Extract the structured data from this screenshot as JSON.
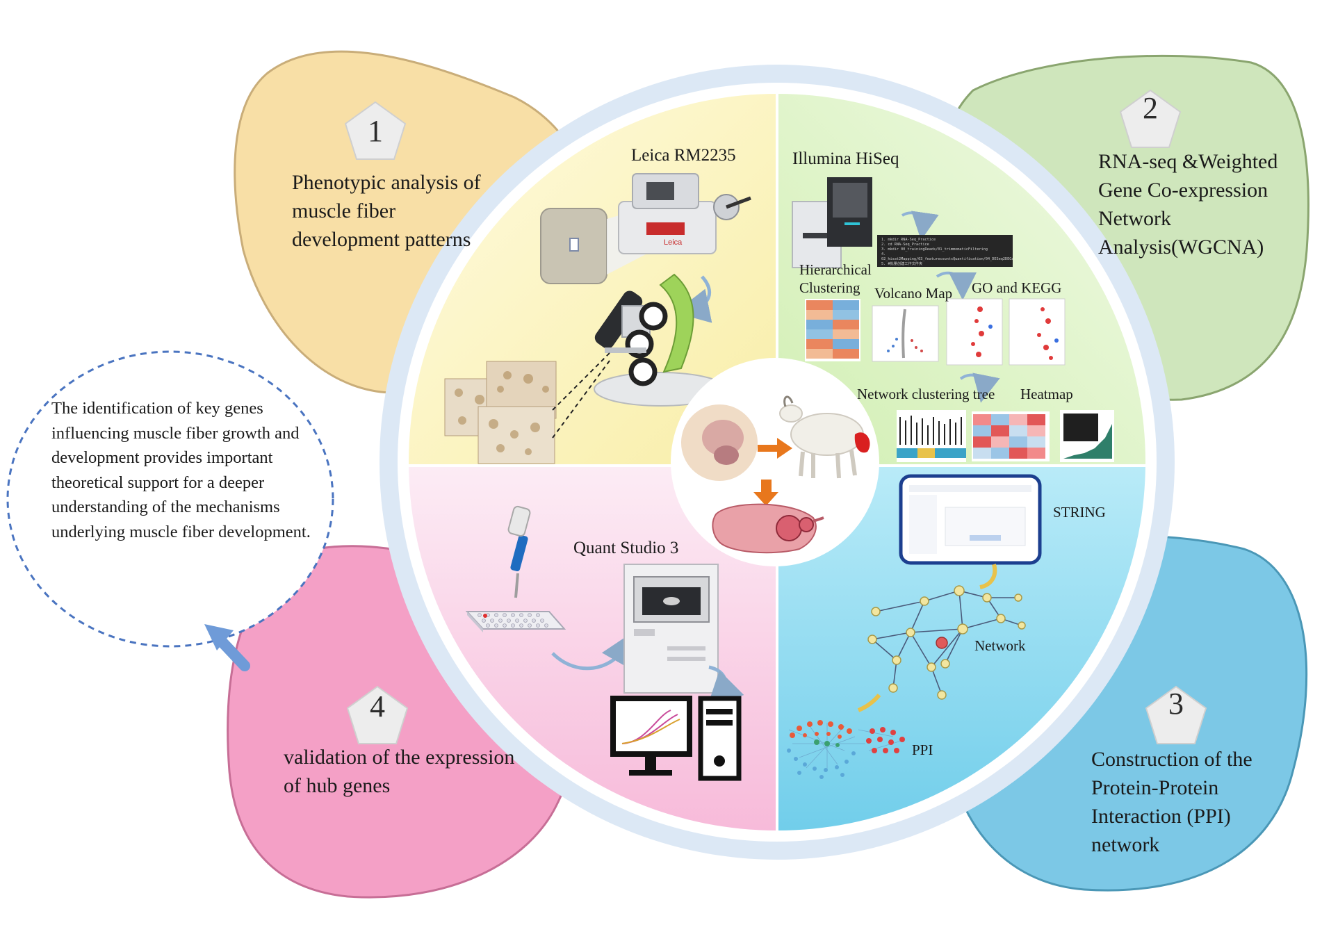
{
  "colors": {
    "petal1": "#f8dfa6",
    "petal1_edge": "#c9ad79",
    "petal2": "#cfe6bc",
    "petal2_edge": "#8aa56f",
    "petal3": "#7cc8e6",
    "petal3_edge": "#4a97b6",
    "petal4": "#f4a0c6",
    "petal4_edge": "#c76e96",
    "ring": "#dce8f5",
    "quad_tl": "#fbf4c4",
    "quad_tr": "#dcf2c4",
    "quad_bl": "#f9c7e1",
    "quad_br": "#8ed9ef",
    "note_border": "#4a74c0",
    "arrow": "#6f9bd8"
  },
  "steps": [
    {
      "number": "1",
      "title": "Phenotypic analysis of muscle fiber development patterns"
    },
    {
      "number": "2",
      "title": "RNA-seq &Weighted Gene Co-expression Network Analysis(WGCNA)"
    },
    {
      "number": "3",
      "title": "Construction of the Protein-Protein Interaction (PPI) network"
    },
    {
      "number": "4",
      "title": "validation of the expression of hub genes"
    }
  ],
  "note": "The identification of key genes influencing muscle fiber growth and development provides important theoretical support for a deeper understanding of the mechanisms underlying muscle fiber development.",
  "labels": {
    "leica": "Leica RM2235",
    "illumina": "Illumina HiSeq",
    "hier1": "Hierarchical",
    "hier2": "Clustering",
    "volcano": "Volcano Map",
    "gokegg": "GO and KEGG",
    "nettree": "Network clustering tree",
    "heatmap": "Heatmap",
    "string": "STRING",
    "network": "Network",
    "ppi": "PPI",
    "quant": "Quant Studio 3"
  },
  "code_lines": [
    "1. mkdir RNA-Seq_Practice",
    "2. cd RNA-Seq_Practice",
    "3. mkdir 00_trainingReads/01_trimmomaticFiltering",
    "4. 02_hisat2Mapping/03_featurecountsQuantification/04_DESeq2DEGanalysis",
    "5. #批量创建工作文件夹"
  ]
}
